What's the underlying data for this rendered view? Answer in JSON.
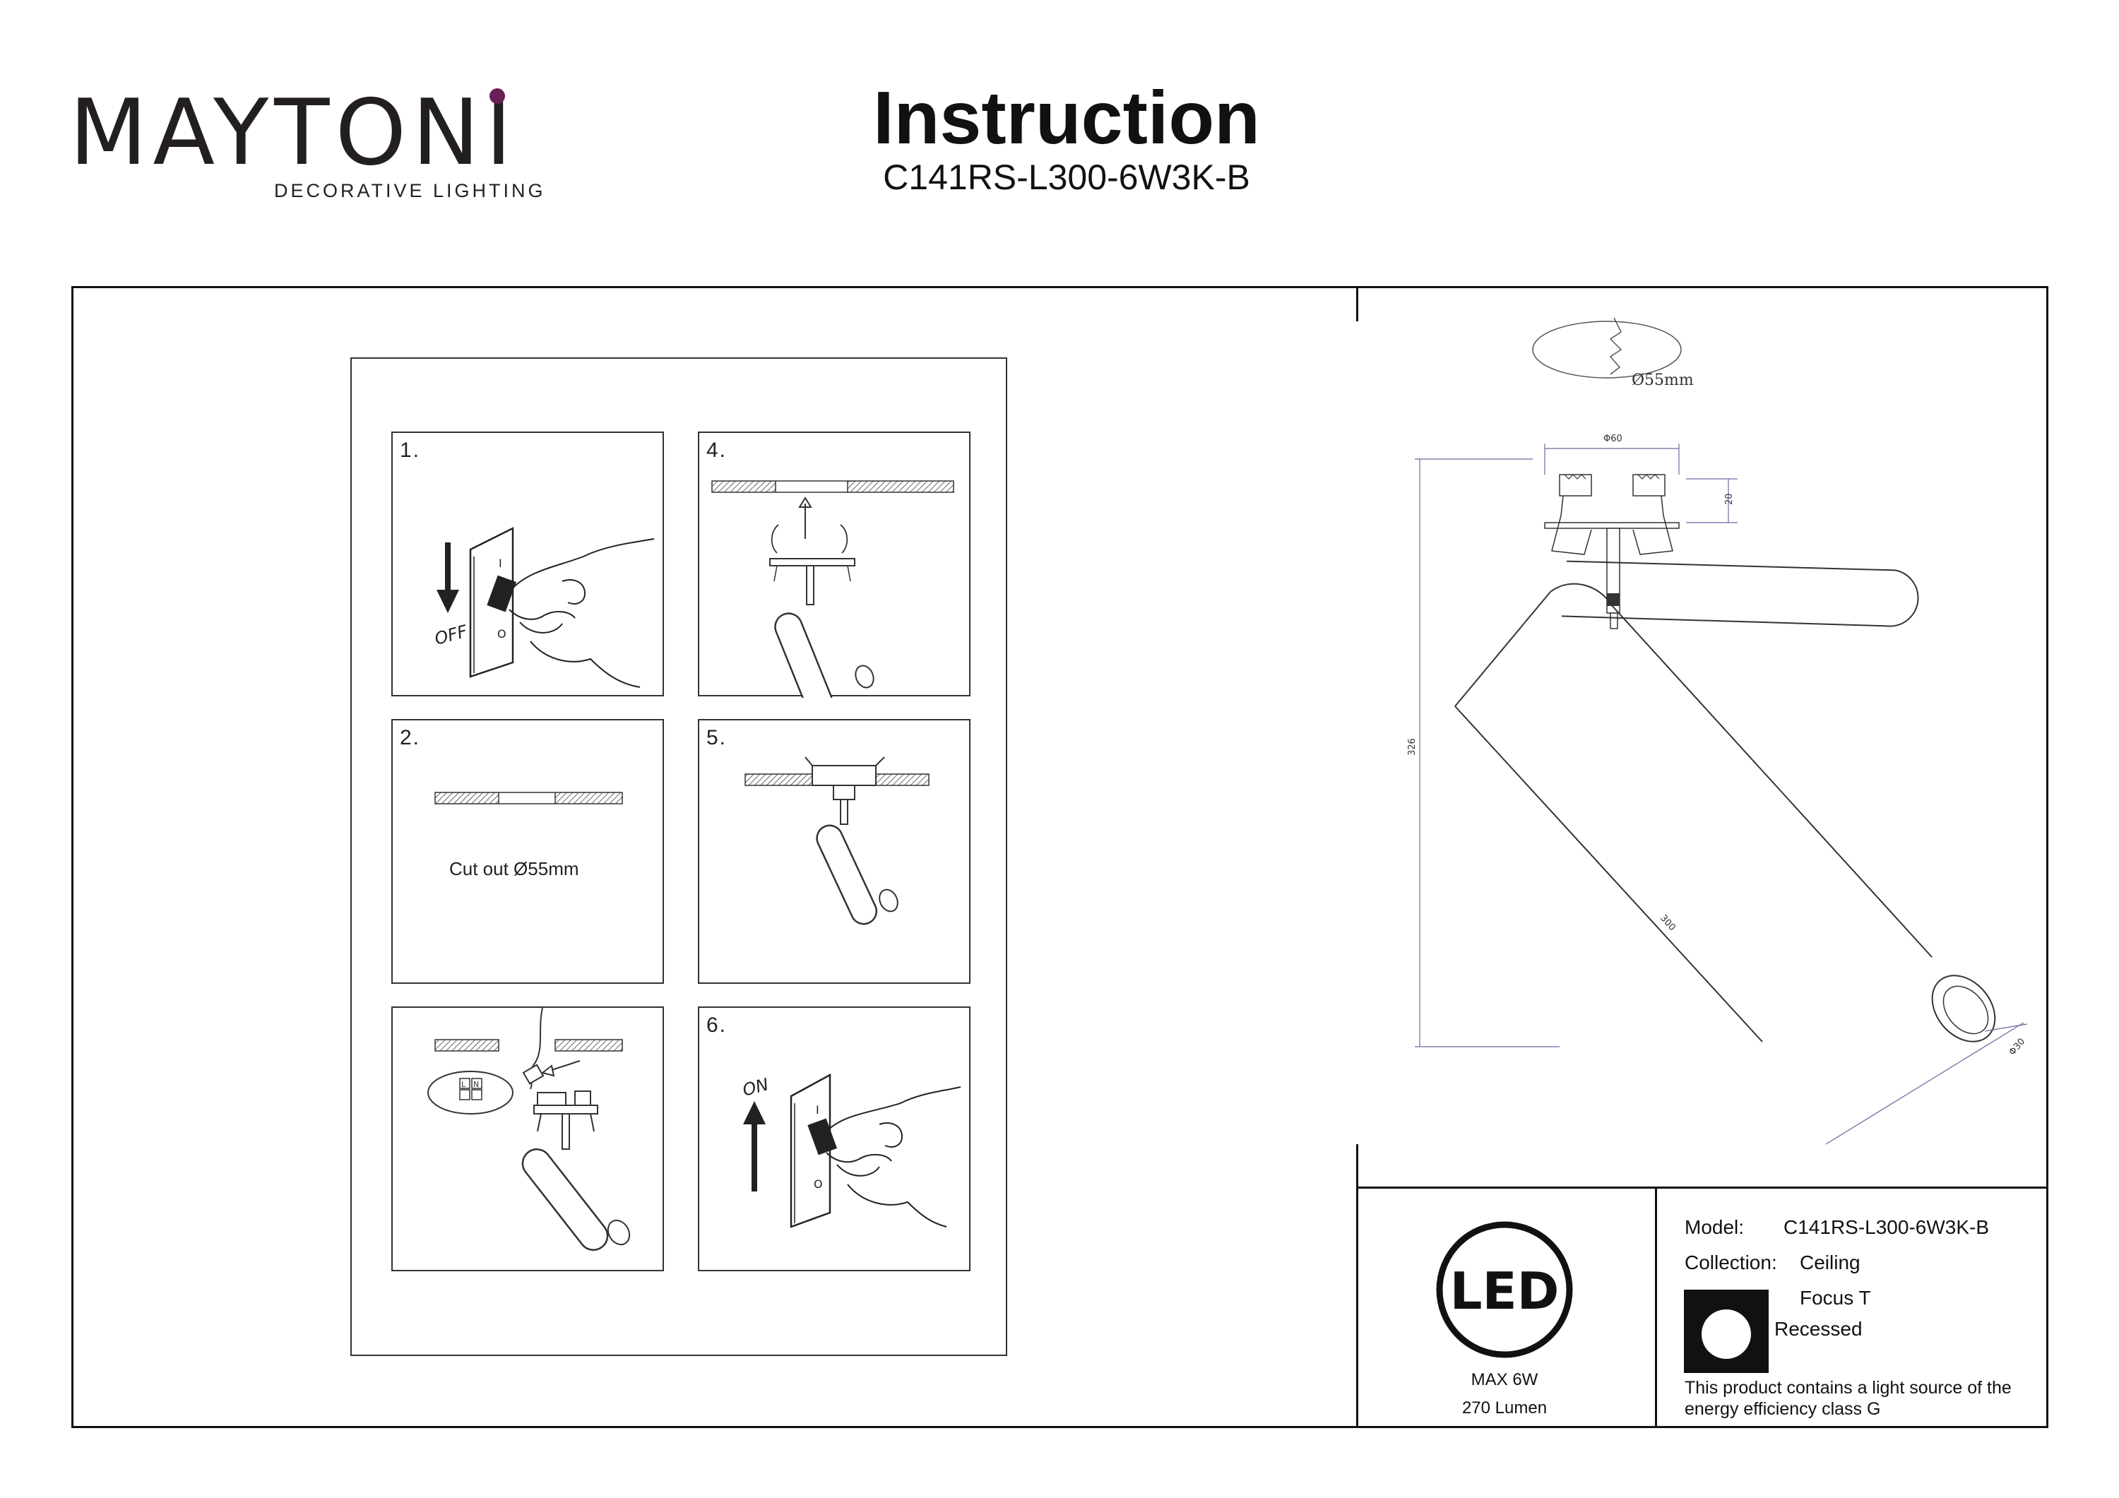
{
  "header": {
    "brand": "MAYTONI",
    "brand_tagline": "DECORATIVE LIGHTING",
    "title": "Instruction",
    "model_code": "C141RS-L300-6W3K-B"
  },
  "steps": [
    {
      "number": "1.",
      "switch_label": "OFF",
      "switch_i": "I",
      "switch_o": "O"
    },
    {
      "number": "2.",
      "caption": "Cut out Ø55mm"
    },
    {
      "number": "",
      "terminal_l": "L",
      "terminal_n": "N"
    },
    {
      "number": "4."
    },
    {
      "number": "5."
    },
    {
      "number": "6.",
      "switch_label": "ON",
      "switch_i": "I",
      "switch_o": "O"
    }
  ],
  "drawing": {
    "cutout_label": "Ø55mm",
    "dim_top_width": "Φ60",
    "dim_top_height": "20",
    "dim_total_height": "326",
    "dim_body_length": "300",
    "dim_body_diameter": "Φ30"
  },
  "info": {
    "led_text": "LED",
    "max_power": "MAX 6W",
    "lumen": "270 Lumen",
    "model_label": "Model:",
    "model_value": "C141RS-L300-6W3K-B",
    "collection_label": "Collection:",
    "collection_value": "Ceiling",
    "series": "Focus T",
    "type": "Recessed",
    "energy_note": "This product contains a light source of the energy efficiency class G"
  }
}
